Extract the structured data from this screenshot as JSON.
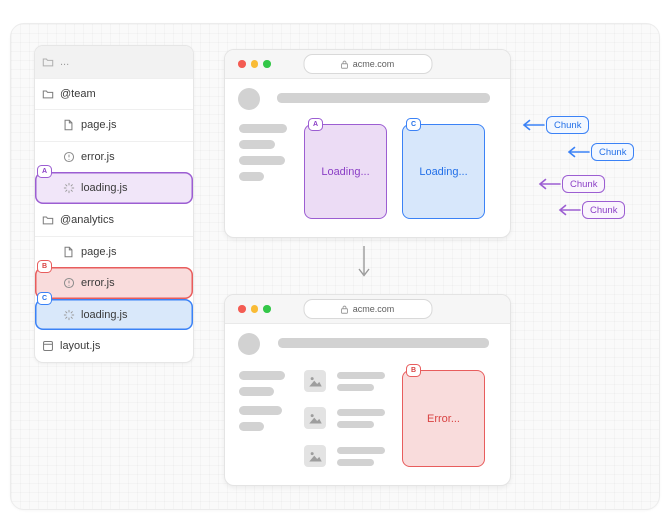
{
  "colors": {
    "purple": "#9c5ed2",
    "purple_bg": "#ecdcf5",
    "purple_text": "#8b3fc6",
    "blue": "#3b82f6",
    "blue_bg": "#d7e7fb",
    "blue_text": "#2370e8",
    "red": "#e85d5d",
    "red_bg": "#f9dcdc",
    "red_text": "#d94343",
    "skeleton_gray": "#d2d2d2"
  },
  "file_tree": {
    "rows": [
      {
        "label": "...",
        "icon": "folder-icon",
        "style": "header"
      },
      {
        "label": "@team",
        "icon": "folder-icon"
      },
      {
        "label": "page.js",
        "icon": "file-icon",
        "indent": true
      },
      {
        "label": "error.js",
        "icon": "error-icon",
        "indent": true
      },
      {
        "label": "loading.js",
        "icon": "spinner-icon",
        "indent": true,
        "highlight": "purple",
        "badge": "A"
      },
      {
        "label": "@analytics",
        "icon": "folder-icon"
      },
      {
        "label": "page.js",
        "icon": "file-icon",
        "indent": true
      },
      {
        "label": "error.js",
        "icon": "error-icon",
        "indent": true,
        "highlight": "red",
        "badge": "B"
      },
      {
        "label": "loading.js",
        "icon": "spinner-icon",
        "indent": true,
        "highlight": "blue",
        "badge": "C"
      },
      {
        "label": "layout.js",
        "icon": "layout-icon"
      }
    ]
  },
  "browser_top": {
    "url": "acme.com",
    "slots": [
      {
        "badge": "A",
        "label": "Loading...",
        "color": "purple"
      },
      {
        "badge": "C",
        "label": "Loading...",
        "color": "blue"
      }
    ]
  },
  "browser_bottom": {
    "url": "acme.com",
    "slots": [
      {
        "badge": "B",
        "label": "Error...",
        "color": "red"
      }
    ]
  },
  "chunks": [
    {
      "label": "Chunk",
      "color": "blue"
    },
    {
      "label": "Chunk",
      "color": "blue"
    },
    {
      "label": "Chunk",
      "color": "purple"
    },
    {
      "label": "Chunk",
      "color": "purple"
    }
  ]
}
